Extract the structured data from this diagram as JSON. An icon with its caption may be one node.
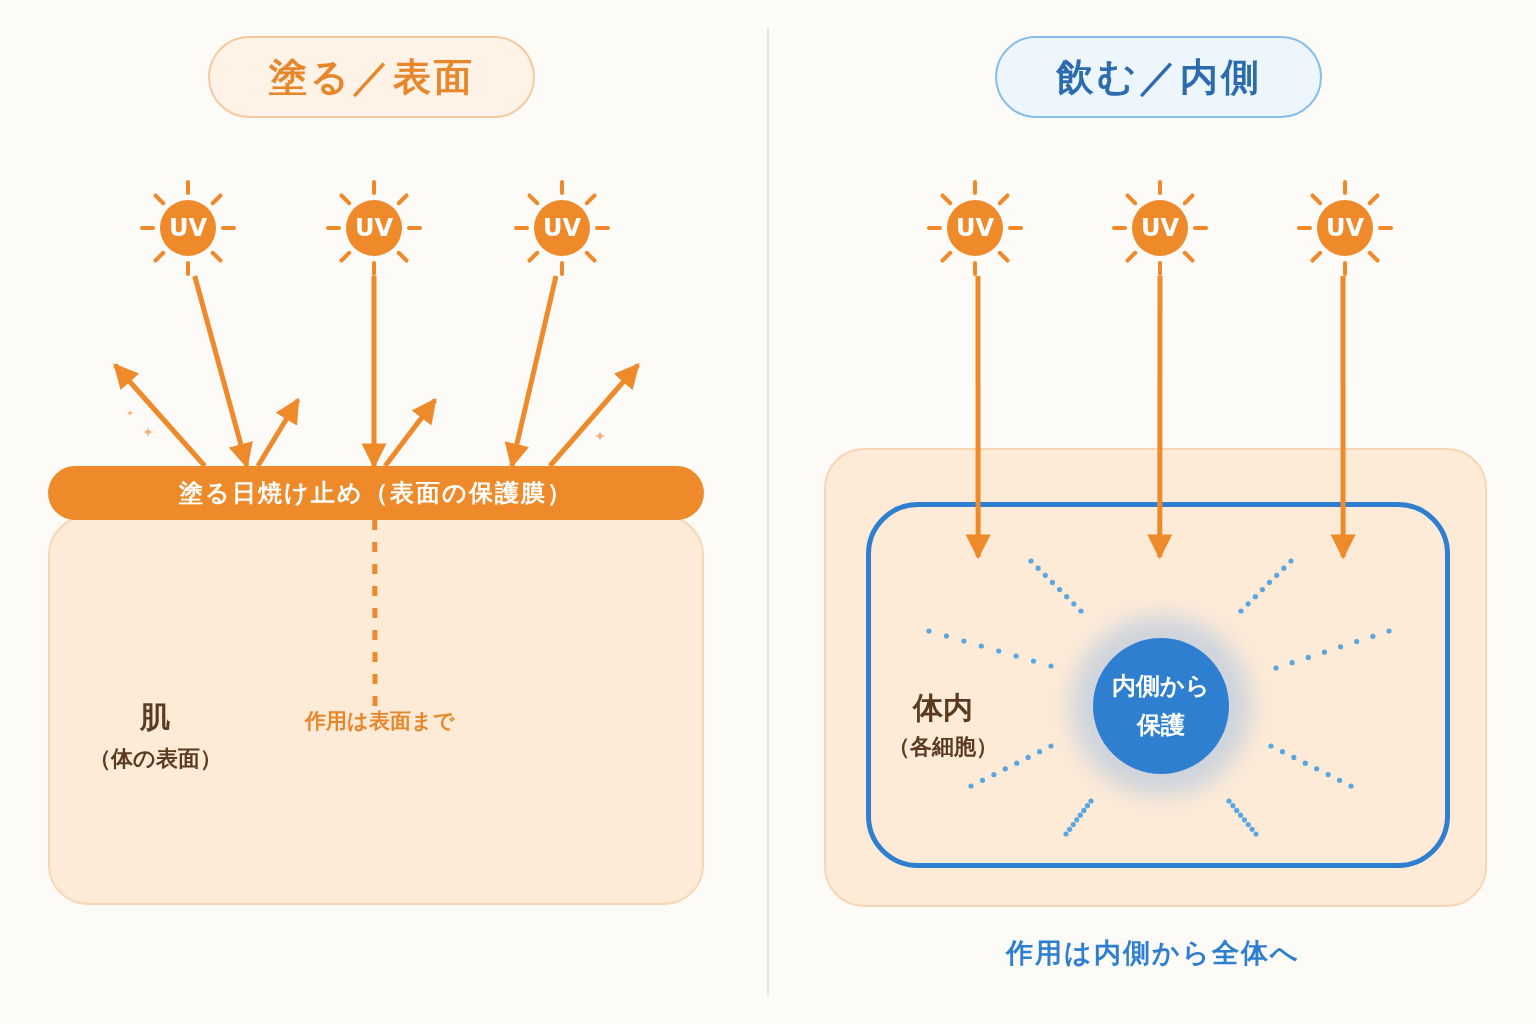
{
  "diagram": {
    "nodes": [
      {
        "text": [
          "塗る／表面"
        ]
      },
      {
        "text": [
          "UV"
        ]
      },
      {
        "text": [
          "UV"
        ]
      },
      {
        "text": [
          "UV"
        ]
      },
      {
        "text": [
          "塗る日焼け止め（表面の保護膜）"
        ]
      },
      {
        "text": [
          "肌",
          "（体の表面）"
        ]
      },
      {
        "text": [
          "作用は表面まで"
        ],
        "in": 5
      },
      {
        "text": [
          "飲む／内側"
        ]
      },
      {
        "text": [
          "UV"
        ]
      },
      {
        "text": [
          "UV"
        ]
      },
      {
        "text": [
          "UV"
        ]
      },
      {
        "text": [],
        "shape": "box"
      },
      {
        "text": [
          "体内",
          "（各細胞）"
        ],
        "in": 11
      },
      {
        "text": [
          "内側から保護"
        ],
        "in": 12
      }
    ],
    "edges": [
      {
        "from": 1,
        "to": 4,
        "arrow": "to"
      },
      {
        "from": 2,
        "to": 4,
        "arrow": "to"
      },
      {
        "from": 3,
        "to": 4,
        "arrow": "to"
      },
      {
        "from": 4,
        "to": null,
        "arrow": "to"
      },
      {
        "from": 4,
        "to": null,
        "arrow": "to"
      },
      {
        "from": 4,
        "to": null,
        "arrow": "to"
      },
      {
        "from": 4,
        "to": null,
        "arrow": "to"
      },
      {
        "from": 4,
        "to": 6,
        "arrow": "none",
        "style": "dashed"
      },
      {
        "from": 8,
        "to": 12,
        "arrow": "to"
      },
      {
        "from": 9,
        "to": 12,
        "arrow": "to"
      },
      {
        "from": 10,
        "to": 12,
        "arrow": "to"
      }
    ],
    "labels": [
      "作用は内側から全体へ"
    ]
  }
}
